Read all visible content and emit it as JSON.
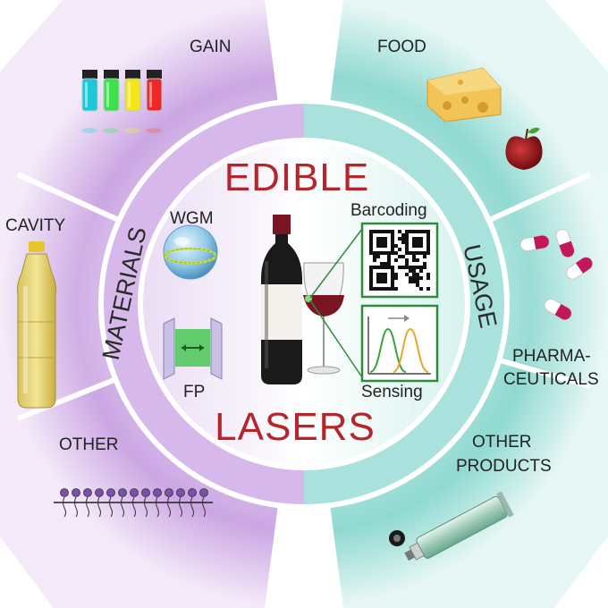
{
  "title_top": "EDIBLE",
  "title_bottom": "LASERS",
  "ring_left": "MATERIALS",
  "ring_right": "USAGE",
  "materials": {
    "gain": "GAIN",
    "cavity": "CAVITY",
    "other": "OTHER",
    "wgm": "WGM",
    "fp": "FP"
  },
  "usage": {
    "food": "FOOD",
    "pharma_line1": "PHARMA-",
    "pharma_line2": "CEUTICALS",
    "other_line1": "OTHER",
    "other_line2": "PRODUCTS",
    "barcoding": "Barcoding",
    "sensing": "Sensing"
  },
  "colors": {
    "title_red": "#b5262c",
    "materials_purple": "#b58ad6",
    "usage_teal": "#7fd4cd",
    "panel_green": "#2e8b3e",
    "wine": "#7a1524"
  },
  "icons": [
    "vials-icon",
    "oil-bottle-icon",
    "lipid-chain-icon",
    "wgm-sphere-icon",
    "fp-cavity-icon",
    "wine-bottle-icon",
    "wine-glass-icon",
    "qr-code-icon",
    "spectrum-icon",
    "cheese-icon",
    "apple-icon",
    "capsule-icon",
    "ointment-tube-icon"
  ]
}
